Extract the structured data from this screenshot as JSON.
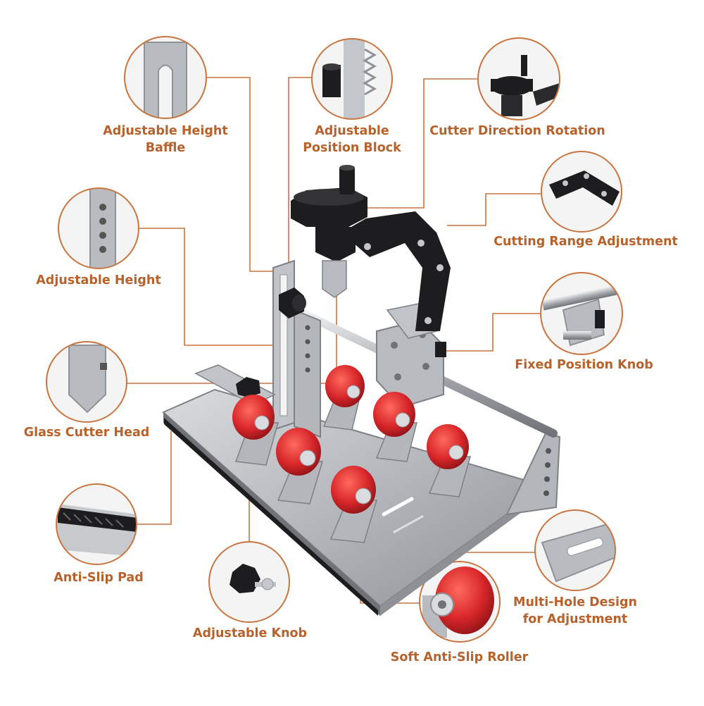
{
  "labels": {
    "baffle_1": "Adjustable Height",
    "baffle_2": "Baffle",
    "position_block_1": "Adjustable",
    "position_block_2": "Position Block",
    "cutter_rotation": "Cutter Direction Rotation",
    "cutting_range": "Cutting Range Adjustment",
    "adjustable_height": "Adjustable Height",
    "fixed_knob": "Fixed Position Knob",
    "cutter_head": "Glass Cutter Head",
    "anti_slip_pad": "Anti-Slip Pad",
    "multi_hole_1": "Multi-Hole Design",
    "multi_hole_2": "for Adjustment",
    "adjustable_knob": "Adjustable Knob",
    "roller": "Soft Anti-Slip Roller"
  },
  "colors": {
    "accent": "#b7612b",
    "roller_red": "#d8262a",
    "steel": "#b9bcc0",
    "steel_dark": "#8d9196",
    "black_part": "#1d1d1f"
  }
}
